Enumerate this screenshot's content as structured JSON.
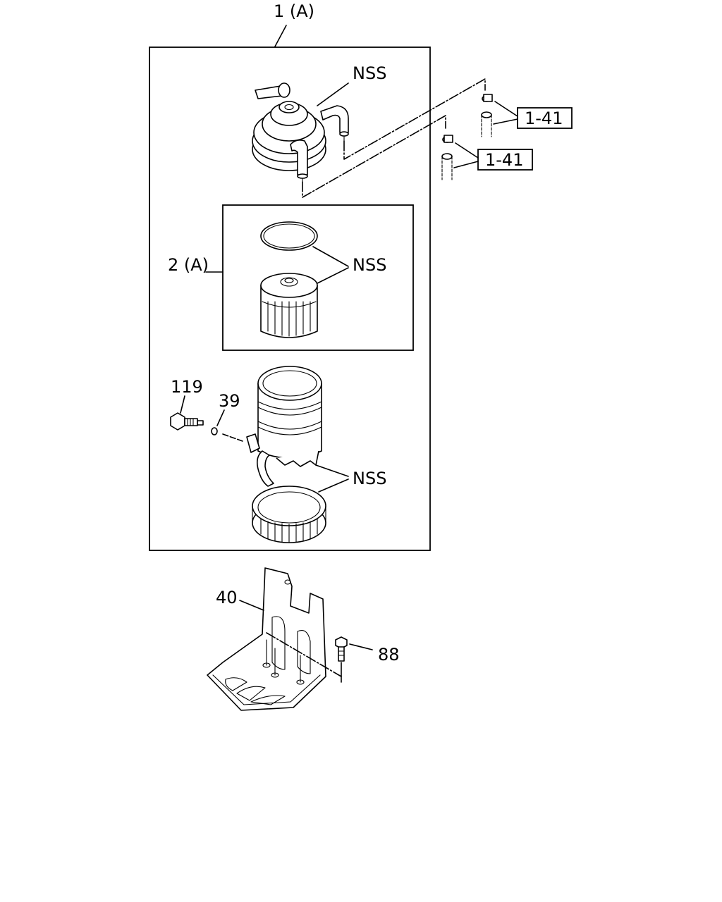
{
  "labels": {
    "assembly": "1 (A)",
    "element_assembly": "2 (A)",
    "nss_top": "NSS",
    "nss_middle": "NSS",
    "nss_bottom": "NSS",
    "ref_upper": "1-41",
    "ref_lower": "1-41",
    "drain_plug": "119",
    "o_ring": "39",
    "bracket": "40",
    "bolt": "88"
  }
}
